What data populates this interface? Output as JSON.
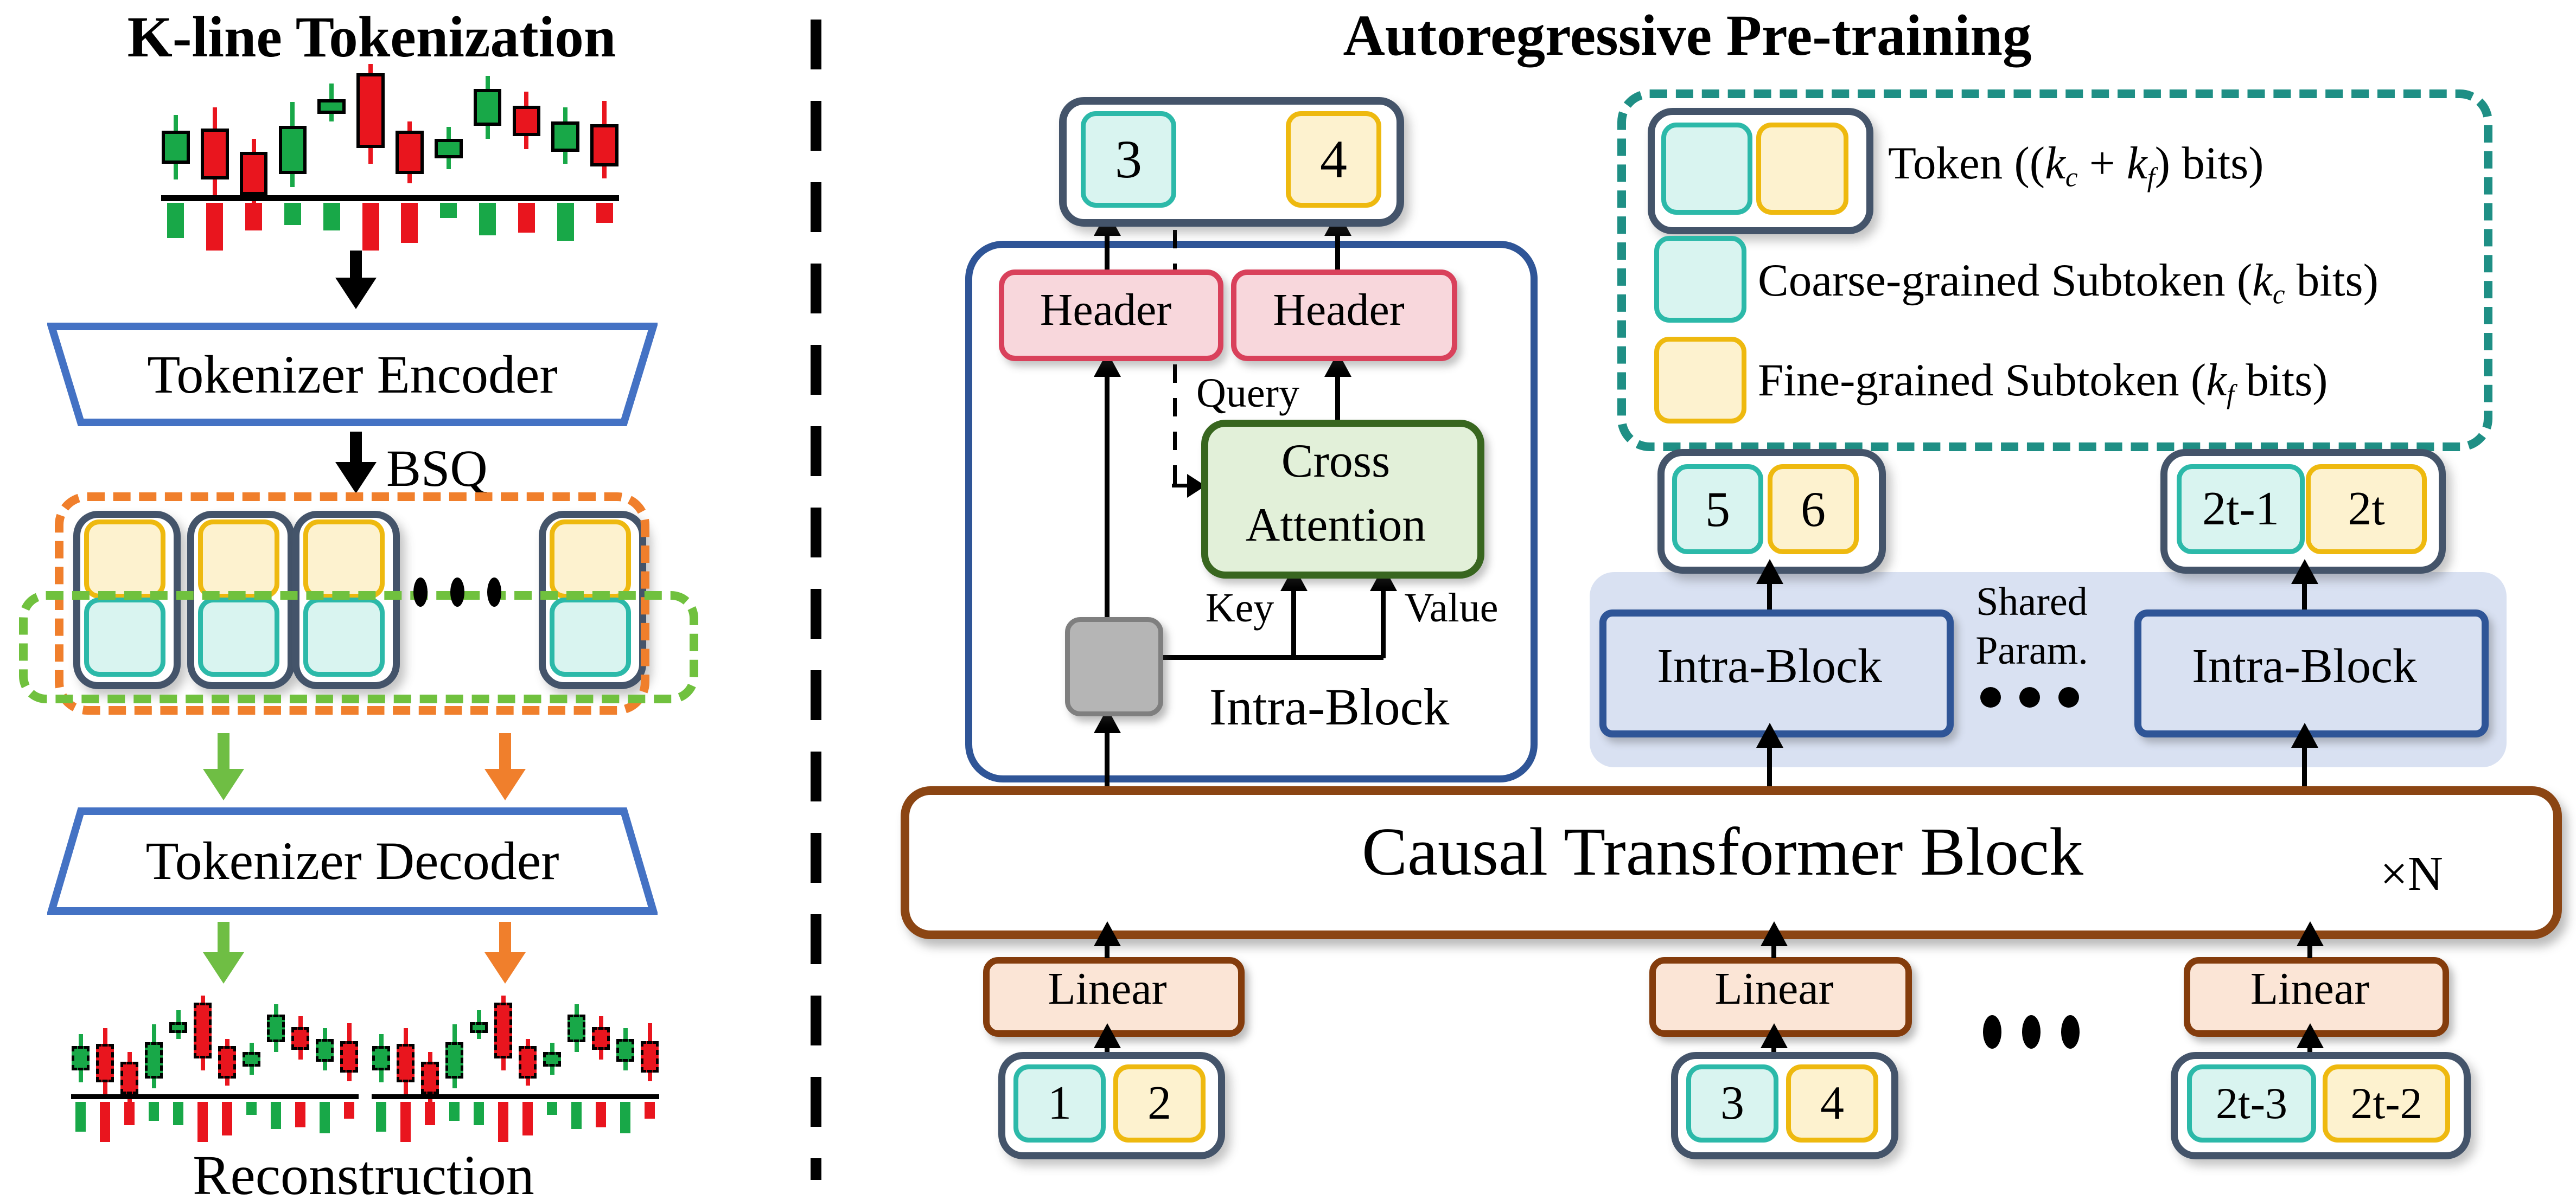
{
  "colors": {
    "navy": "#44546a",
    "cyan_fill": "#d9f4f0",
    "cyan_border": "#2cb9a9",
    "yellow_fill": "#fdf2cf",
    "yellow_border": "#eeb90f",
    "pink_fill": "#f8d7dc",
    "pink_border": "#d9415b",
    "ca_fill": "#e2f0d9",
    "ca_border": "#38661f",
    "gray_fill": "#b5b5b5",
    "gray_border": "#7f7f7f",
    "royal": "#2f5597",
    "lavender": "#d9e1f2",
    "brown": "#8b4513",
    "linear_fill": "#fbe5d6",
    "linear_border": "#843c0c",
    "blue": "#4472c4",
    "orange": "#f07f2c",
    "green": "#70c13e",
    "teal": "#1f8f85",
    "arrow_green": "#6fbe44",
    "arrow_orange": "#f07f2c",
    "candle_green": "#18a848",
    "candle_red": "#e9151e"
  },
  "left": {
    "title": "K-line Tokenization",
    "encoder_label": "Tokenizer Encoder",
    "bsq_label": "BSQ",
    "decoder_label": "Tokenizer Decoder",
    "reconstruction_label": "Reconstruction"
  },
  "right": {
    "title": "Autoregressive Pre-training",
    "header_label": "Header",
    "query_label": "Query",
    "key_label": "Key",
    "value_label": "Value",
    "cross_line1": "Cross",
    "cross_line2": "Attention",
    "intra_block_label": "Intra-Block",
    "shared_line1": "Shared",
    "shared_line2": "Param.",
    "causal_label": "Causal Transformer Block",
    "xn_label": "×N",
    "linear_label": "Linear",
    "out_token": {
      "c": "3",
      "f": "4"
    },
    "mid_tokens": [
      {
        "c": "5",
        "f": "6"
      },
      {
        "c": "2t-1",
        "f": "2t"
      }
    ],
    "in_tokens": [
      {
        "c": "1",
        "f": "2"
      },
      {
        "c": "3",
        "f": "4"
      },
      {
        "c": "2t-3",
        "f": "2t-2"
      }
    ]
  },
  "legend": {
    "row1": {
      "pre": "Token ((",
      "v1": "k",
      "s1": "c",
      "mid": " + ",
      "v2": "k",
      "s2": "f",
      "post": ") bits)"
    },
    "row2": {
      "pre": "Coarse-grained Subtoken (",
      "v1": "k",
      "s1": "c",
      "post": " bits)"
    },
    "row3": {
      "pre": "Fine-grained Subtoken (",
      "v1": "k",
      "s1": "f",
      "post": " bits)"
    }
  },
  "candles": {
    "pattern": [
      {
        "g": 1,
        "b": [
          0.51,
          0.76
        ],
        "w": [
          0.39,
          0.88
        ],
        "v": 0.74
      },
      {
        "g": 0,
        "b": [
          0.49,
          0.88
        ],
        "w": [
          0.33,
          1.0
        ],
        "v": 1.0
      },
      {
        "g": 0,
        "b": [
          0.67,
          1.0
        ],
        "w": [
          0.57,
          1.08
        ],
        "v": 0.58
      },
      {
        "g": 1,
        "b": [
          0.47,
          0.84
        ],
        "w": [
          0.29,
          0.94
        ],
        "v": 0.47
      },
      {
        "g": 1,
        "b": [
          0.27,
          0.38
        ],
        "w": [
          0.15,
          0.44
        ],
        "v": 0.58
      },
      {
        "g": 0,
        "b": [
          0.07,
          0.64
        ],
        "w": [
          0.0,
          0.76
        ],
        "v": 1.0
      },
      {
        "g": 0,
        "b": [
          0.51,
          0.84
        ],
        "w": [
          0.44,
          0.91
        ],
        "v": 0.84
      },
      {
        "g": 1,
        "b": [
          0.57,
          0.72
        ],
        "w": [
          0.48,
          0.8
        ],
        "v": 0.32
      },
      {
        "g": 1,
        "b": [
          0.19,
          0.47
        ],
        "w": [
          0.09,
          0.57
        ],
        "v": 0.68
      },
      {
        "g": 0,
        "b": [
          0.32,
          0.55
        ],
        "w": [
          0.21,
          0.65
        ],
        "v": 0.63
      },
      {
        "g": 1,
        "b": [
          0.44,
          0.67
        ],
        "w": [
          0.33,
          0.76
        ],
        "v": 0.79
      },
      {
        "g": 0,
        "b": [
          0.46,
          0.78
        ],
        "w": [
          0.28,
          0.87
        ],
        "v": 0.42
      }
    ]
  }
}
